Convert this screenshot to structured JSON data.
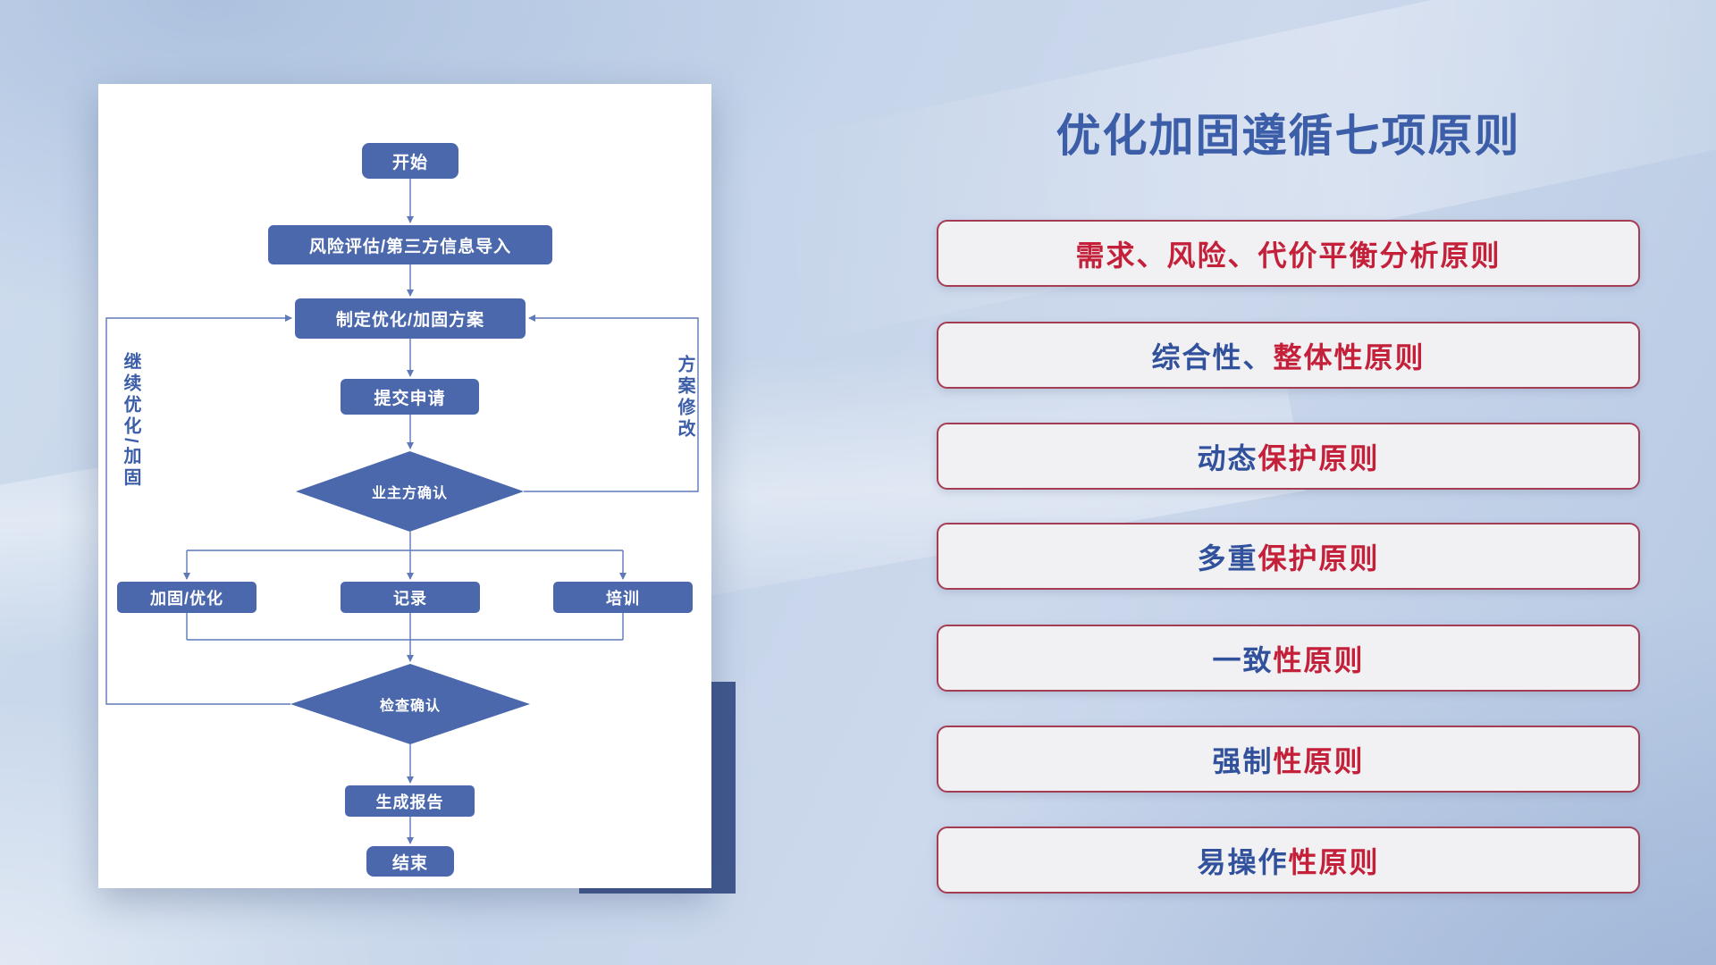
{
  "title": "优化加固遵循七项原则",
  "flowchart": {
    "nodes": {
      "start": "开始",
      "risk_import": "风险评估/第三方信息导入",
      "make_plan": "制定优化/加固方案",
      "submit": "提交申请",
      "owner_confirm": "业主方确认",
      "reinforce_optimize": "加固/优化",
      "record": "记录",
      "training": "培训",
      "check_confirm": "检查确认",
      "report": "生成报告",
      "end": "结束"
    },
    "loop_labels": {
      "continue_optimize": "继续优化/加固",
      "plan_revision": "方案修改"
    }
  },
  "principles": [
    {
      "blue": "",
      "red": "需求、风险、代价平衡分析原则"
    },
    {
      "blue": "综合性、",
      "red": "整体性原则"
    },
    {
      "blue": "动态",
      "red": "保护原则"
    },
    {
      "blue": "多重",
      "red": "保护原则"
    },
    {
      "blue": "一致",
      "red": "性原则"
    },
    {
      "blue": "强制",
      "red": "性原则"
    },
    {
      "blue": "易操作",
      "red": "性原则"
    }
  ],
  "colors": {
    "node_blue": "#4b68ad",
    "line_blue": "#5d79b8",
    "title_blue": "#3c5da8",
    "accent_blue": "#31519c",
    "accent_red": "#c4203a",
    "principle_border": "#a43c54",
    "principle_bg": "#f1f1f3",
    "backdrop_blue": "#41588e"
  }
}
